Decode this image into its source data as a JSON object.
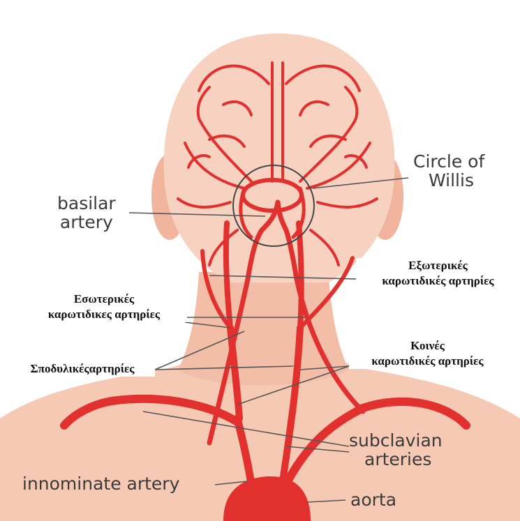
{
  "colors": {
    "background": "#ffffff",
    "skin_light": "#fbe3d6",
    "skin": "#f5c3ad",
    "skin_dark": "#eaa58b",
    "artery": "#e1302e",
    "artery_dark": "#b61f1e",
    "leader_line": "#555555",
    "label_text": "#3a3a3a"
  },
  "labels": {
    "circle_of_willis": [
      "Circle of",
      "Willis"
    ],
    "basilar_artery": [
      "basilar",
      "artery"
    ],
    "external_carotid": [
      "Εξωτερικές",
      "καρωτιδικές αρτηρίες"
    ],
    "internal_carotid": [
      "Εσωτερικές",
      "καρωτιδικες αρτηρίες"
    ],
    "vertebral": "Σποδυλικέςαρτηρίες",
    "common_carotid": [
      "Κοινές",
      "καρωτιδικές αρτηρίες"
    ],
    "subclavian": [
      "subclavian",
      "arteries"
    ],
    "innominate": "innominate artery",
    "aorta": "aorta"
  }
}
